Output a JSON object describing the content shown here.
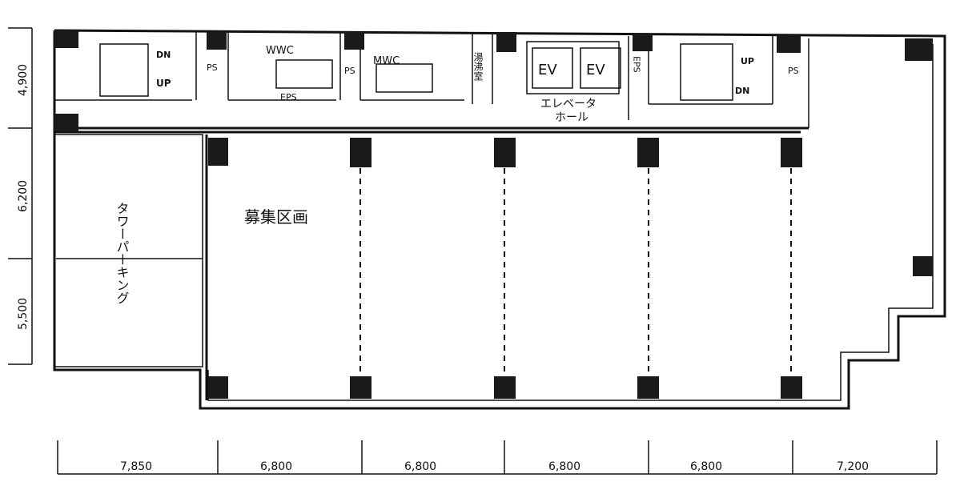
{
  "rooms": {
    "stair_left_dn": "DN",
    "stair_left_up": "UP",
    "ps_1": "PS",
    "wwc": "WWC",
    "eps_1": "EPS",
    "ps_2": "PS",
    "mwc": "MWC",
    "pantry": "湯沸室",
    "ev_1": "EV",
    "ev_2": "EV",
    "elevator_hall_1": "エレベータ",
    "elevator_hall_2": "ホール",
    "eps_2": "EPS",
    "stair_right_up": "UP",
    "stair_right_dn": "DN",
    "ps_3": "PS",
    "tower_parking": "タワーパーキング",
    "leasing_area": "募集区画"
  },
  "dimensions": {
    "vertical": [
      "4,900",
      "6,200",
      "5,500"
    ],
    "horizontal": [
      "7,850",
      "6,800",
      "6,800",
      "6,800",
      "6,800",
      "7,200"
    ]
  }
}
